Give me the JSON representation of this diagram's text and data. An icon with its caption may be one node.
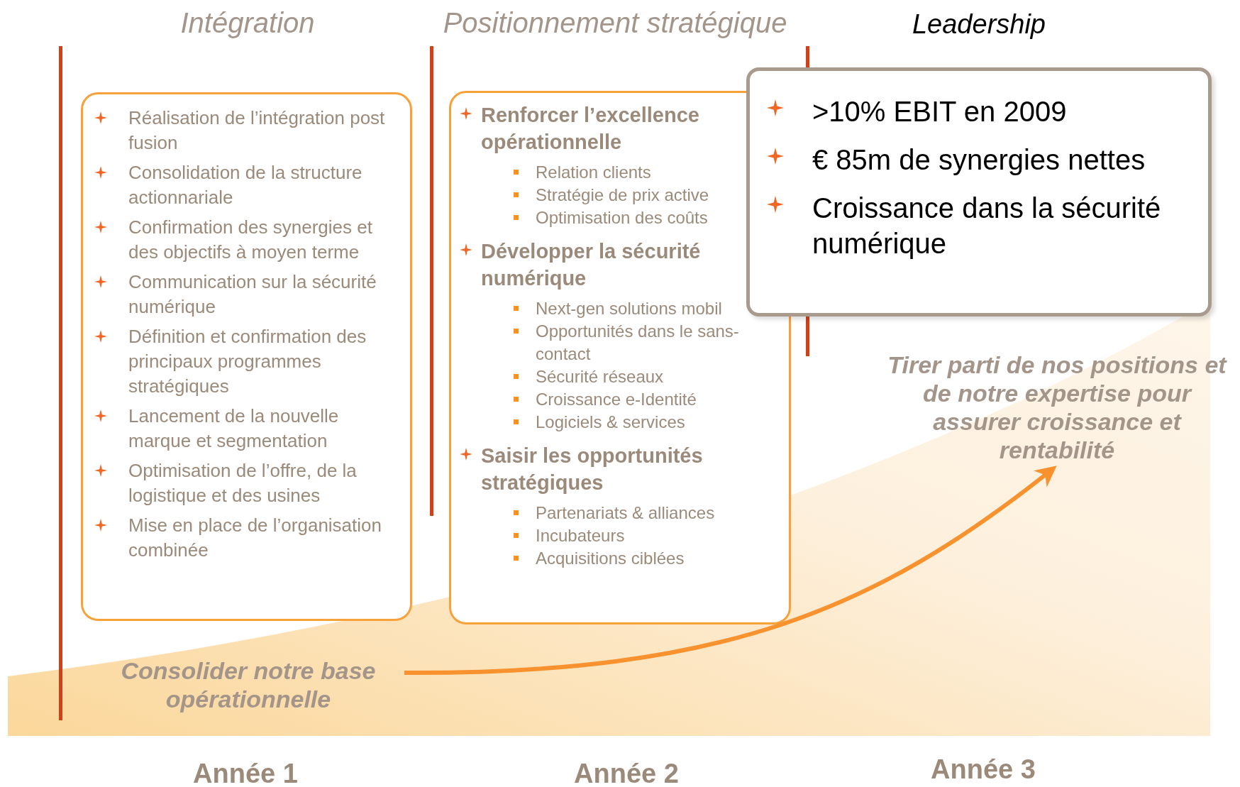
{
  "diagram": {
    "nodes": [
      {
        "text": [
          "Réalisation de l’intégration post fusion",
          "Consolidation de la structure actionnariale",
          "Confirmation des synergies et des objectifs à moyen terme",
          "Communication sur la sécurité numérique",
          "Définition et confirmation des principaux programmes stratégiques",
          "Lancement de la nouvelle marque et segmentation",
          "Optimisation de l’offre, de la logistique et des usines",
          "Mise en place de l’organisation combinée"
        ]
      },
      {
        "text": [
          "Renforcer l’excellence opérationnelle",
          "Relation clients",
          "Stratégie de prix active",
          "Optimisation des coûts",
          "Développer la sécurité numérique",
          "Next-gen solutions mobil",
          "Opportunités dans le sans-contact",
          "Sécurité réseaux",
          "Croissance e-Identité",
          "Logiciels & services",
          "Saisir les opportunités stratégiques",
          "Partenariats & alliances",
          "Incubateurs",
          "Acquisitions ciblées"
        ]
      },
      {
        "text": [
          ">10% EBIT en 2009",
          "€ 85m de synergies nettes",
          "Croissance dans la sécurité numérique"
        ]
      },
      {
        "text": [
          "Consolider notre base opérationnelle"
        ]
      },
      {
        "text": [
          "Tirer parti de nos positions et de notre expertise pour assurer croissance et rentabilité"
        ]
      }
    ],
    "edges": [
      {
        "from": 3,
        "to": 4,
        "arrow": "to"
      }
    ],
    "labels": [
      "Intégration",
      "Positionnement stratégique",
      "Leadership",
      "Année 1",
      "Année 2",
      "Année 3"
    ]
  }
}
